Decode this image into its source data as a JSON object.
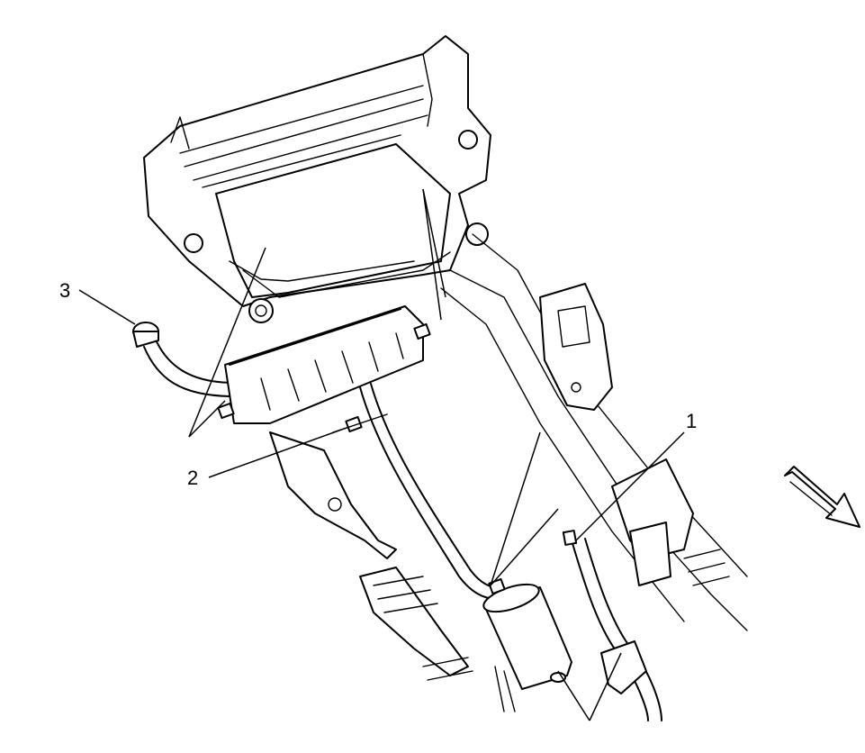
{
  "diagram": {
    "callouts": [
      {
        "id": "1",
        "label": "1"
      },
      {
        "id": "2",
        "label": "2"
      },
      {
        "id": "3",
        "label": "3"
      }
    ],
    "parts": {
      "hanger": "exhaust-hanger",
      "insulator": "exhaust-insulator",
      "tailpipe": "tailpipe",
      "muffler": "muffler",
      "resonator": "resonator",
      "frame": "vehicle-underbody-frame"
    },
    "direction_arrow": "front-direction-arrow"
  }
}
